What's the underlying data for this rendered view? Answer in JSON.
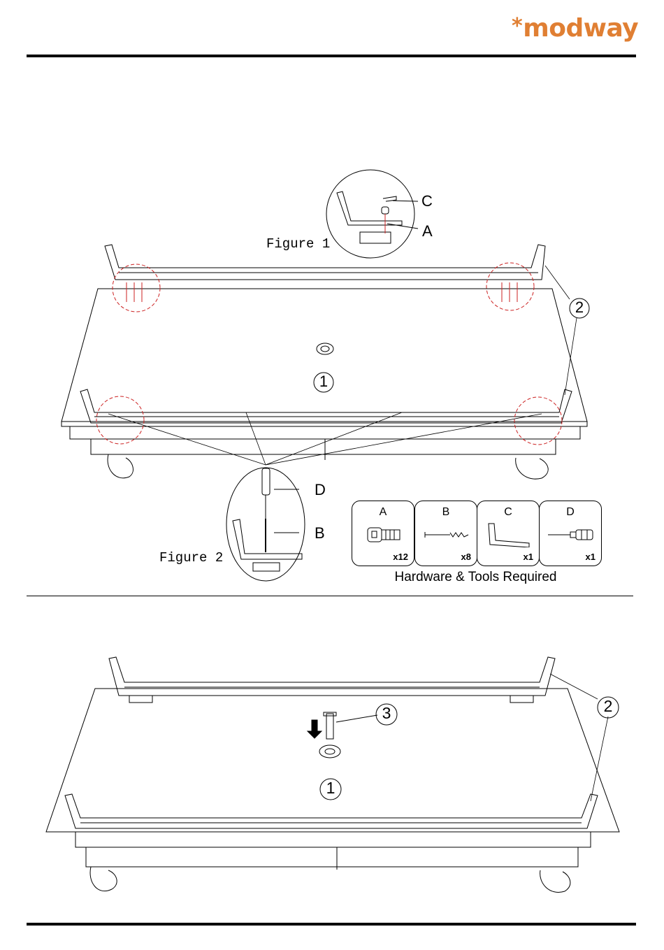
{
  "brand": {
    "logo_text": "modway",
    "color": "#e07f33"
  },
  "figures": {
    "figure1": "Figure 1",
    "figure2": "Figure 2"
  },
  "callouts": {
    "A": "A",
    "B": "B",
    "C": "C",
    "D": "D"
  },
  "parts": {
    "step1_top": "2",
    "step1_center": "1",
    "step2_top": "2",
    "step2_bolt": "3",
    "step2_center": "1"
  },
  "hardware": {
    "title": "Hardware & Tools Required",
    "items": [
      {
        "letter": "A",
        "qty": "x12",
        "icon": "bolt-icon"
      },
      {
        "letter": "B",
        "qty": "x8",
        "icon": "screw-icon"
      },
      {
        "letter": "C",
        "qty": "x1",
        "icon": "allen-key-icon"
      },
      {
        "letter": "D",
        "qty": "x1",
        "icon": "screwdriver-icon"
      }
    ]
  }
}
